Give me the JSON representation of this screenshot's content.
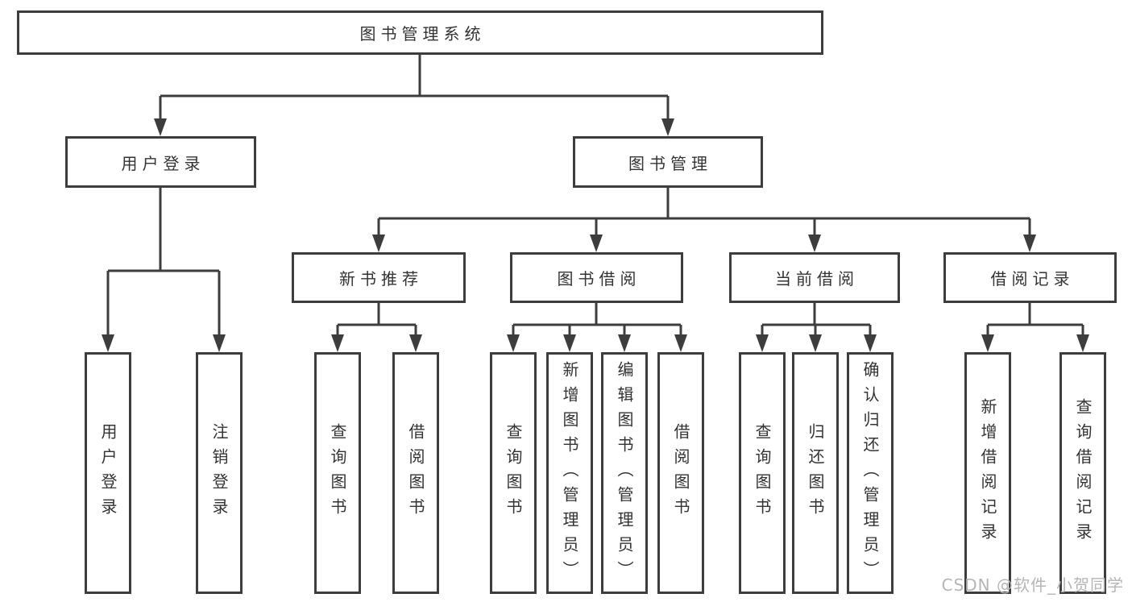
{
  "diagram_title": "图书管理系统",
  "colors": {
    "line": "#3d3d3d",
    "text": "#333333",
    "box_background": "#ffffff",
    "watermark": "#b5b5b5",
    "background": "#ffffff"
  },
  "tree": {
    "root": {
      "label": "图书管理系统"
    },
    "children": [
      {
        "label": "用户登录",
        "children": [
          {
            "label": "用户登录"
          },
          {
            "label": "注销登录"
          }
        ]
      },
      {
        "label": "图书管理",
        "children": [
          {
            "label": "新书推荐",
            "children": [
              {
                "label": "查询图书"
              },
              {
                "label": "借阅图书"
              }
            ]
          },
          {
            "label": "图书借阅",
            "children": [
              {
                "label": "查询图书"
              },
              {
                "label": "新增图书（管理员）"
              },
              {
                "label": "编辑图书（管理员）"
              },
              {
                "label": "借阅图书"
              }
            ]
          },
          {
            "label": "当前借阅",
            "children": [
              {
                "label": "查询图书"
              },
              {
                "label": "归还图书"
              },
              {
                "label": "确认归还（管理员）"
              }
            ]
          },
          {
            "label": "借阅记录",
            "children": [
              {
                "label": "新增借阅记录"
              },
              {
                "label": "查询借阅记录"
              }
            ]
          }
        ]
      }
    ]
  },
  "watermark": {
    "text": "CSDN @软件_小贺同学"
  }
}
